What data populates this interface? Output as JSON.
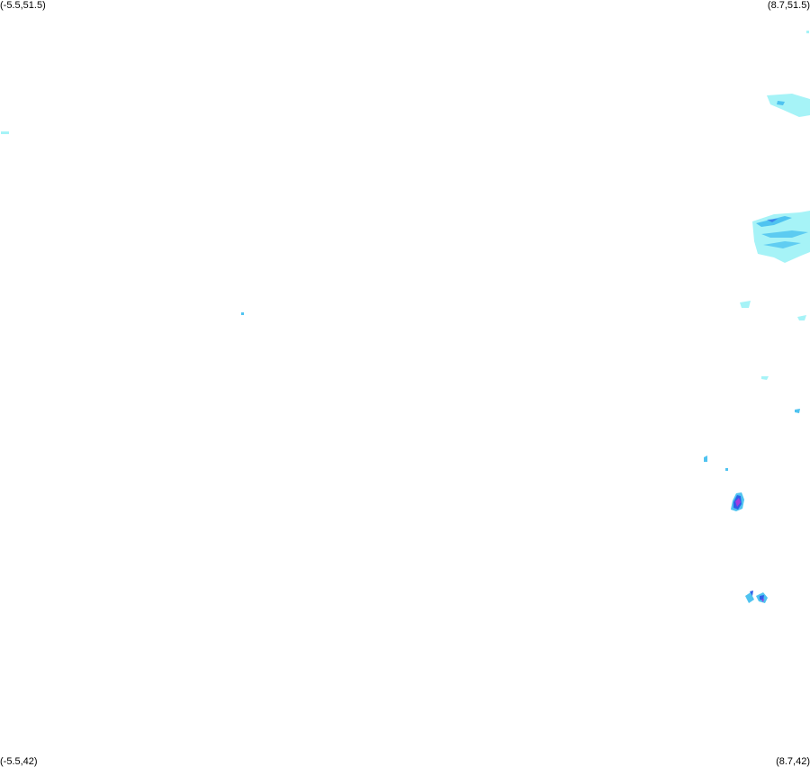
{
  "map": {
    "corners": {
      "top_left": "(-5.5,51.5)",
      "top_right": "(8.7,51.5)",
      "bottom_left": "(-5.5,42)",
      "bottom_right": "(8.7,42)"
    },
    "colors": {
      "background": "#ffffff",
      "light_precip": "#a6f3f7",
      "moderate_precip": "#4fc3f0",
      "heavy_precip": "#2f5fe8",
      "intense_precip": "#a03ce0"
    }
  }
}
